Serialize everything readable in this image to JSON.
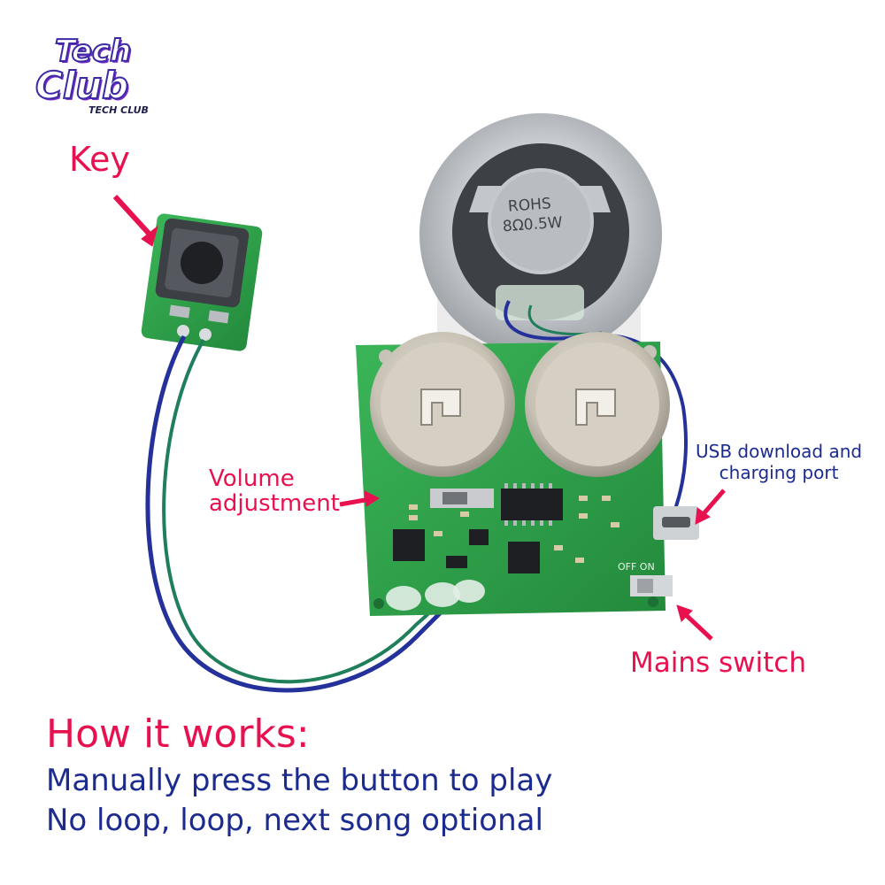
{
  "logo": {
    "line1": "Tech",
    "line2": "Club",
    "small": "TECH CLUB"
  },
  "speaker": {
    "line1": "ROHS",
    "line2": "8Ω0.5W"
  },
  "board": {
    "switch_marking": "OFF ON"
  },
  "callouts": {
    "key": "Key",
    "volume_line1": "Volume",
    "volume_line2": "adjustment",
    "usb_line1": "USB download and",
    "usb_line2": "charging port",
    "mains_switch": "Mains switch"
  },
  "description": {
    "heading": "How it works:",
    "line1": "Manually press the button to play",
    "line2": "No loop, loop, next song optional"
  },
  "colors": {
    "callout_red": "#e8114f",
    "description_navy": "#1b2b8f",
    "pcb_green": "#2fa34a"
  }
}
